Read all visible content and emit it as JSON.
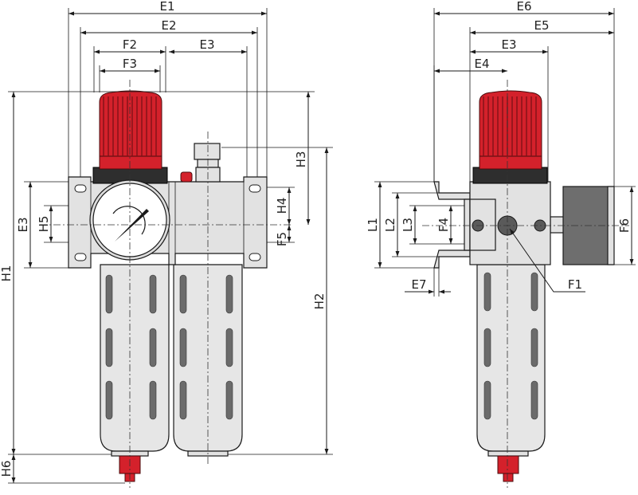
{
  "labels": {
    "front": {
      "E1": "E1",
      "E2": "E2",
      "F2": "F2",
      "F3": "F3",
      "E3": "E3",
      "H1": "H1",
      "H2": "H2",
      "H3": "H3",
      "H4": "H4",
      "H5": "H5",
      "H6": "H6",
      "F5": "F5",
      "E3_vertical": "E3"
    },
    "side": {
      "E6": "E6",
      "E5": "E5",
      "E3": "E3",
      "E4": "E4",
      "L1": "L1",
      "L2": "L2",
      "L3": "L3",
      "F4": "F4",
      "F6": "F6",
      "E7": "E7",
      "F1": "F1"
    }
  },
  "colors": {
    "knob": "#d4212b",
    "body": "#e2e2e2",
    "gauge_case": "#6e6e6e",
    "slots": "#6b6b6b"
  },
  "icons": [
    "adjusting-knob-icon",
    "pressure-gauge-icon",
    "arrow-icon"
  ]
}
